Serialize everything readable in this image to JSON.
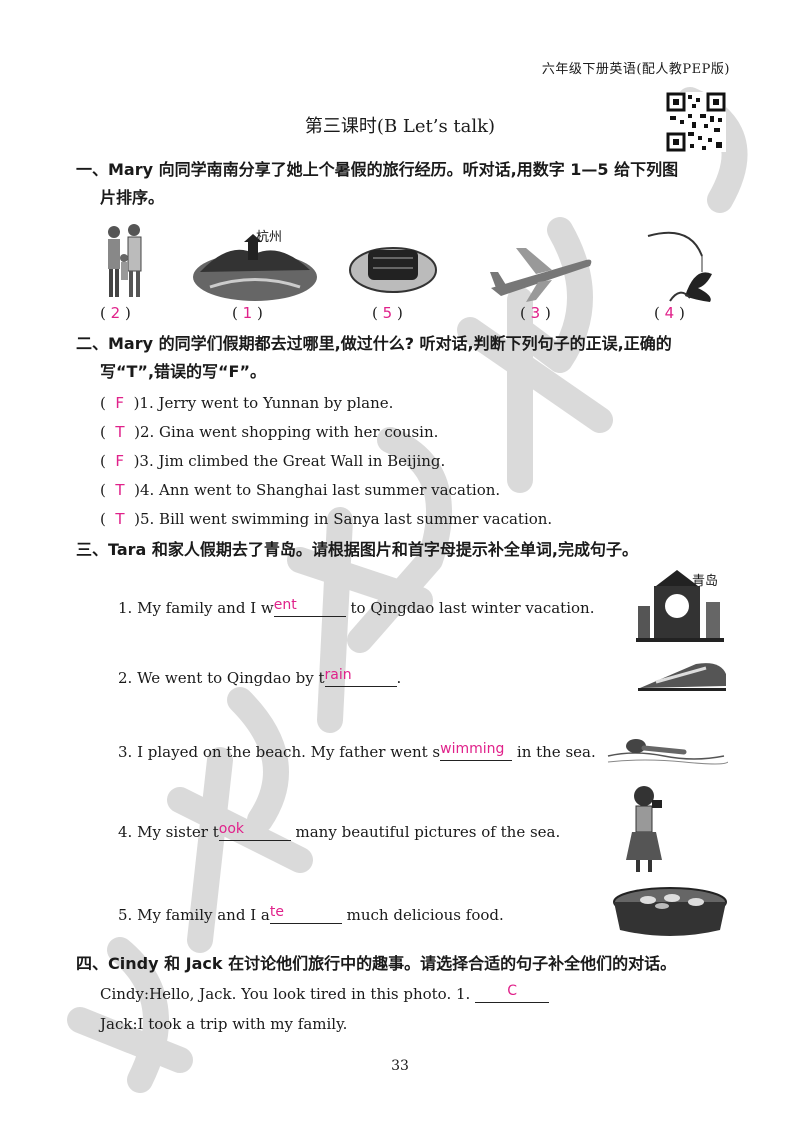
{
  "header": "六年级下册英语(配人教PEP版)",
  "title": "第三课时(B Let’s talk)",
  "section1": {
    "heading_line1": "一、Mary 向同学南南分享了她上个暑假的旅行经历。听对话,用数字 1—5 给下列图",
    "heading_line2": "片排序。",
    "hangzhou_label": "杭州",
    "answers": [
      "2",
      "1",
      "5",
      "3",
      "4"
    ]
  },
  "section2": {
    "heading_line1": "二、Mary 的同学们假期都去过哪里,做过什么? 听对话,判断下列句子的正误,正确的",
    "heading_line2": "写“T”,错误的写“F”。",
    "items": [
      {
        "ans": "F",
        "text": ")1. Jerry went to Yunnan by plane."
      },
      {
        "ans": "T",
        "text": ")2. Gina went shopping with her cousin."
      },
      {
        "ans": "F",
        "text": ")3. Jim climbed the Great Wall in Beijing."
      },
      {
        "ans": "T",
        "text": ")4. Ann went to Shanghai last summer vacation."
      },
      {
        "ans": "T",
        "text": ")5. Bill went swimming in Sanya last summer vacation."
      }
    ]
  },
  "section3": {
    "heading": "三、Tara 和家人假期去了青岛。请根据图片和首字母提示补全单词,完成句子。",
    "qingdao_label": "青岛",
    "items": [
      {
        "pre": "1. My family and I w",
        "ans": "ent",
        "post": " to Qingdao last winter vacation."
      },
      {
        "pre": "2. We went to Qingdao by t",
        "ans": "rain",
        "post": "."
      },
      {
        "pre": "3. I played on the beach. My father went s",
        "ans": "wimming",
        "post": " in the sea."
      },
      {
        "pre": "4. My sister t",
        "ans": "ook",
        "post": " many beautiful pictures of the sea."
      },
      {
        "pre": "5. My family and I a",
        "ans": "te",
        "post": " much delicious food."
      }
    ]
  },
  "section4": {
    "heading": "四、Cindy 和 Jack 在讨论他们旅行中的趣事。请选择合适的句子补全他们的对话。",
    "line1_pre": "Cindy:Hello, Jack. You look tired in this photo. 1.",
    "line1_ans": "C",
    "line2": "Jack:I took a trip with my family."
  },
  "page_number": "33"
}
